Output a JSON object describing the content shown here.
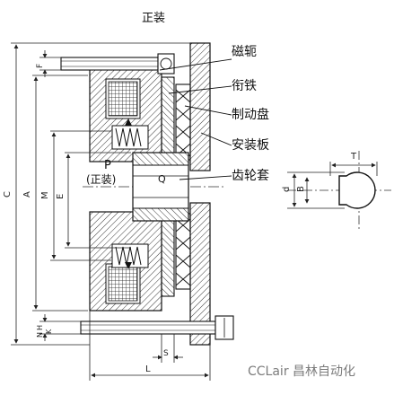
{
  "title": "正装",
  "callouts": [
    "磁轭",
    "衔铁",
    "制动盘",
    "安装板",
    "齿轮套"
  ],
  "center_label": "P",
  "center_sublabel": "(正装)",
  "bore_label": "Q",
  "dims": {
    "C": "C",
    "A": "A",
    "M": "M",
    "E": "E",
    "F": "F",
    "N": "N",
    "H": "H",
    "K": "K",
    "L": "L",
    "S": "S",
    "T": "T",
    "d": "d",
    "B": "B"
  },
  "watermark": "CCLair 昌林自动化"
}
